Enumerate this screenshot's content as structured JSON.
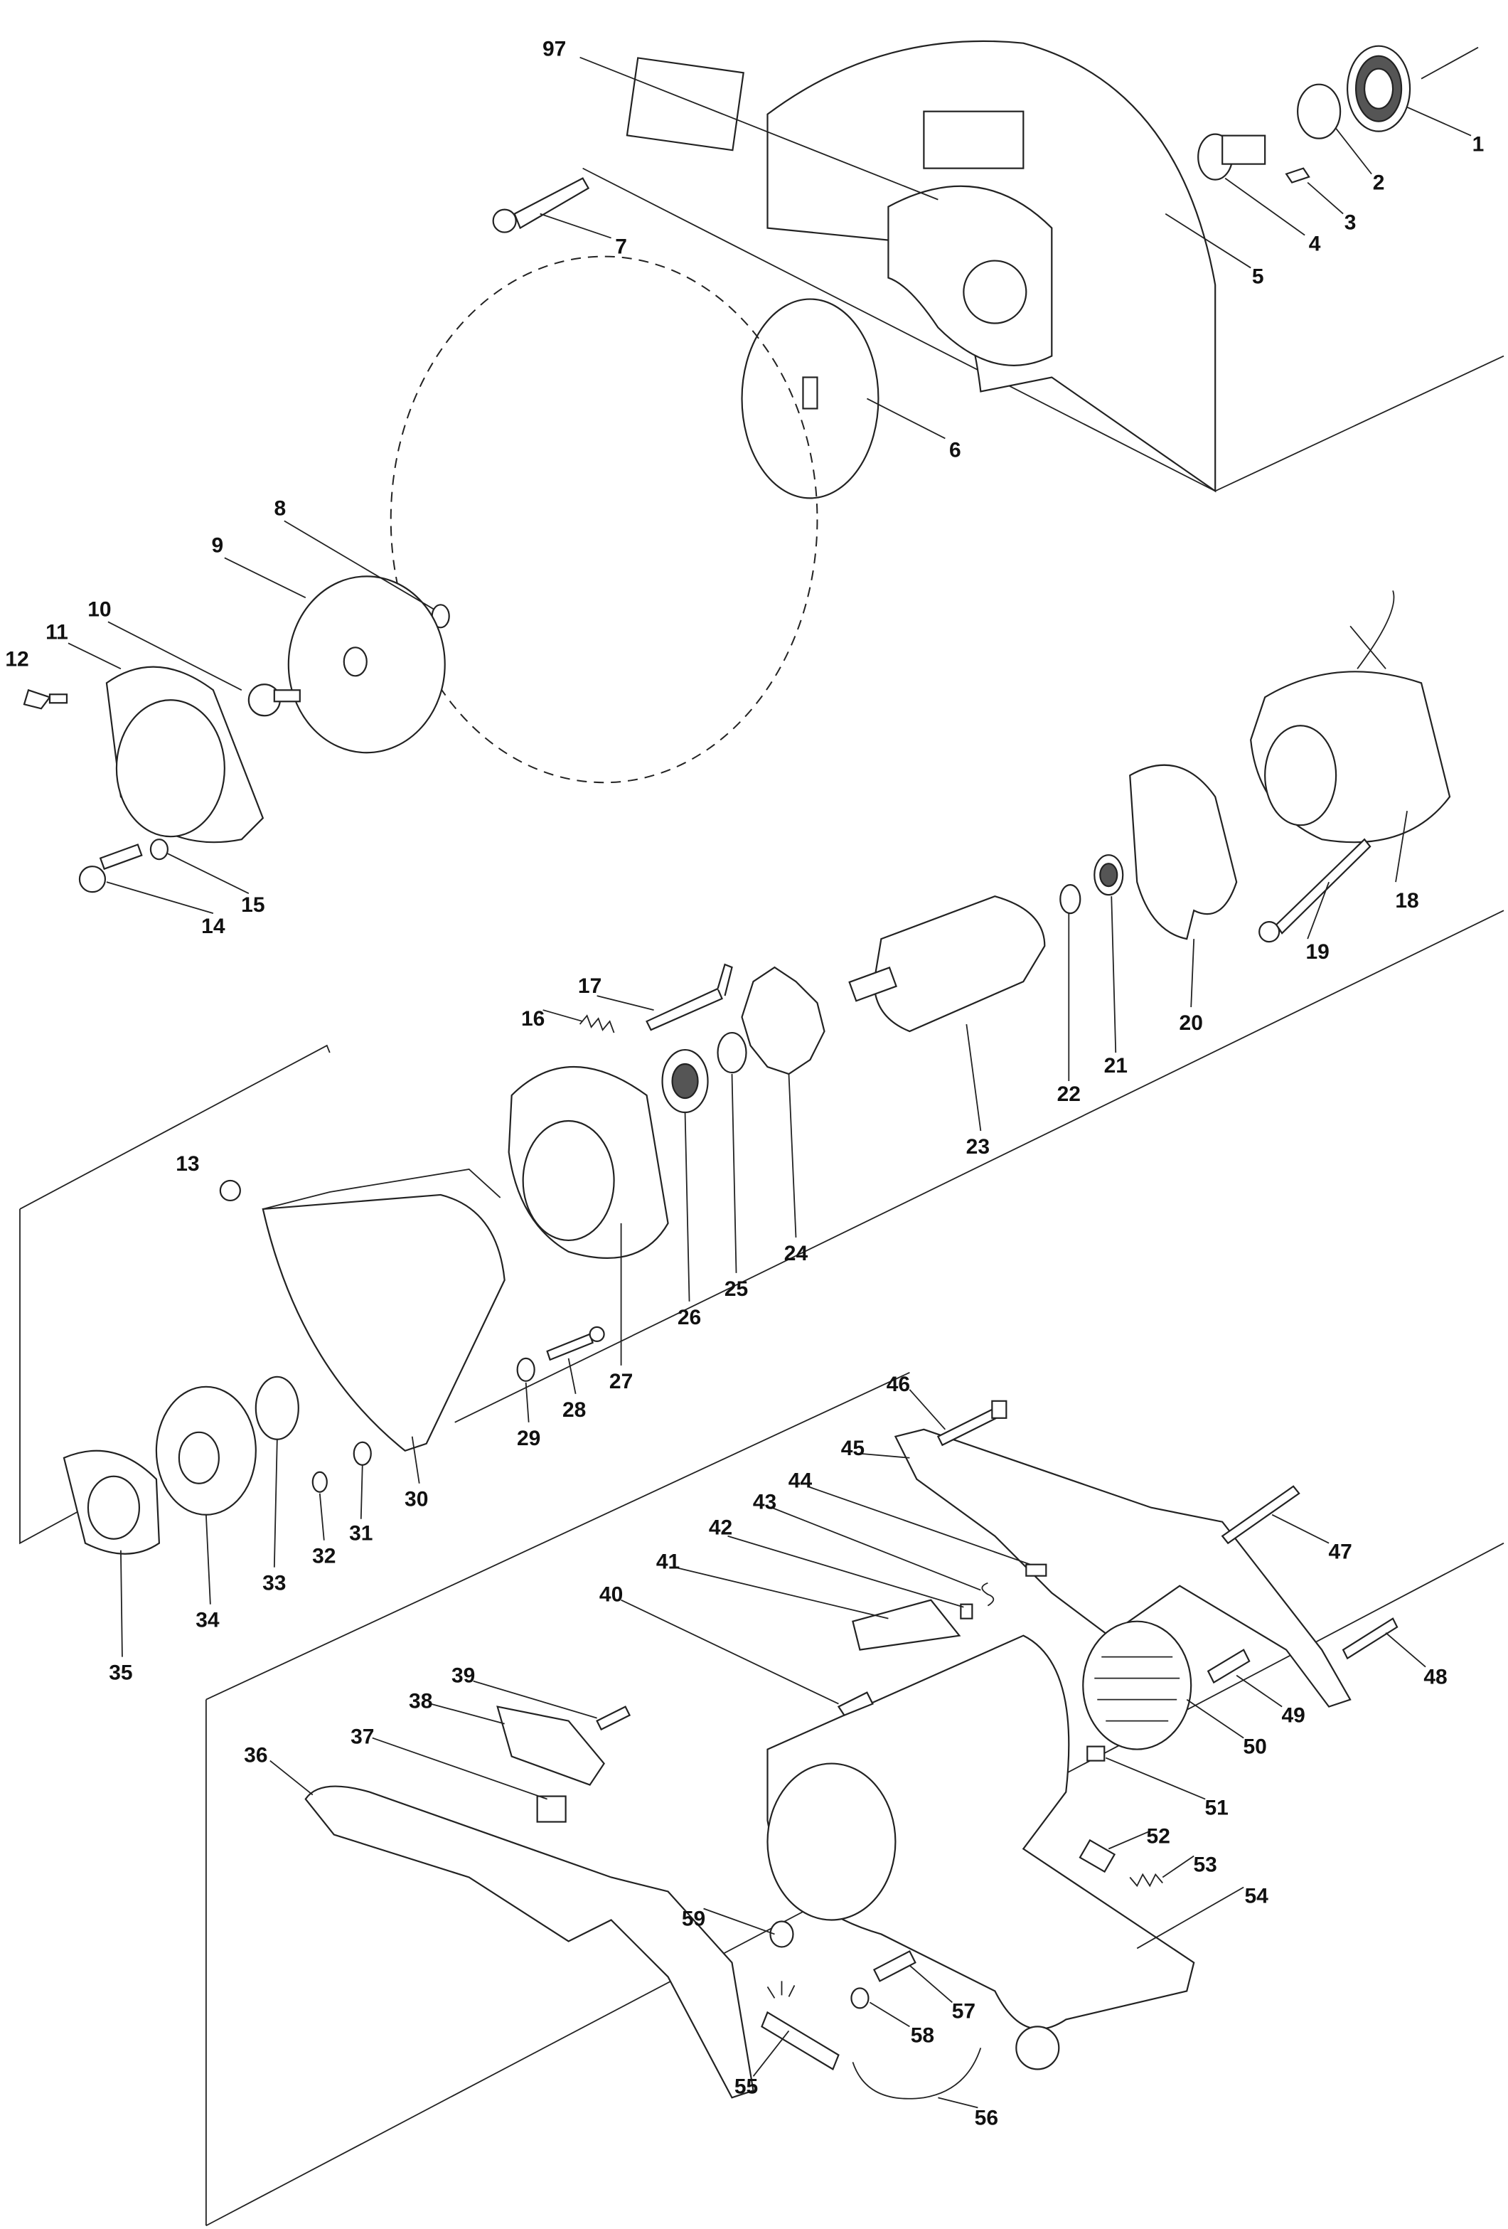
{
  "diagram": {
    "type": "exploded-parts-diagram",
    "part_numbers": [
      "97",
      "1",
      "2",
      "3",
      "4",
      "5",
      "7",
      "6",
      "8",
      "9",
      "10",
      "11",
      "12",
      "14",
      "15",
      "13",
      "16",
      "17",
      "18",
      "19",
      "20",
      "21",
      "22",
      "23",
      "24",
      "25",
      "26",
      "27",
      "28",
      "29",
      "30",
      "31",
      "32",
      "33",
      "34",
      "35",
      "36",
      "37",
      "38",
      "39",
      "40",
      "41",
      "42",
      "43",
      "44",
      "45",
      "46",
      "47",
      "48",
      "49",
      "50",
      "51",
      "52",
      "53",
      "54",
      "55",
      "56",
      "57",
      "58",
      "59"
    ]
  }
}
